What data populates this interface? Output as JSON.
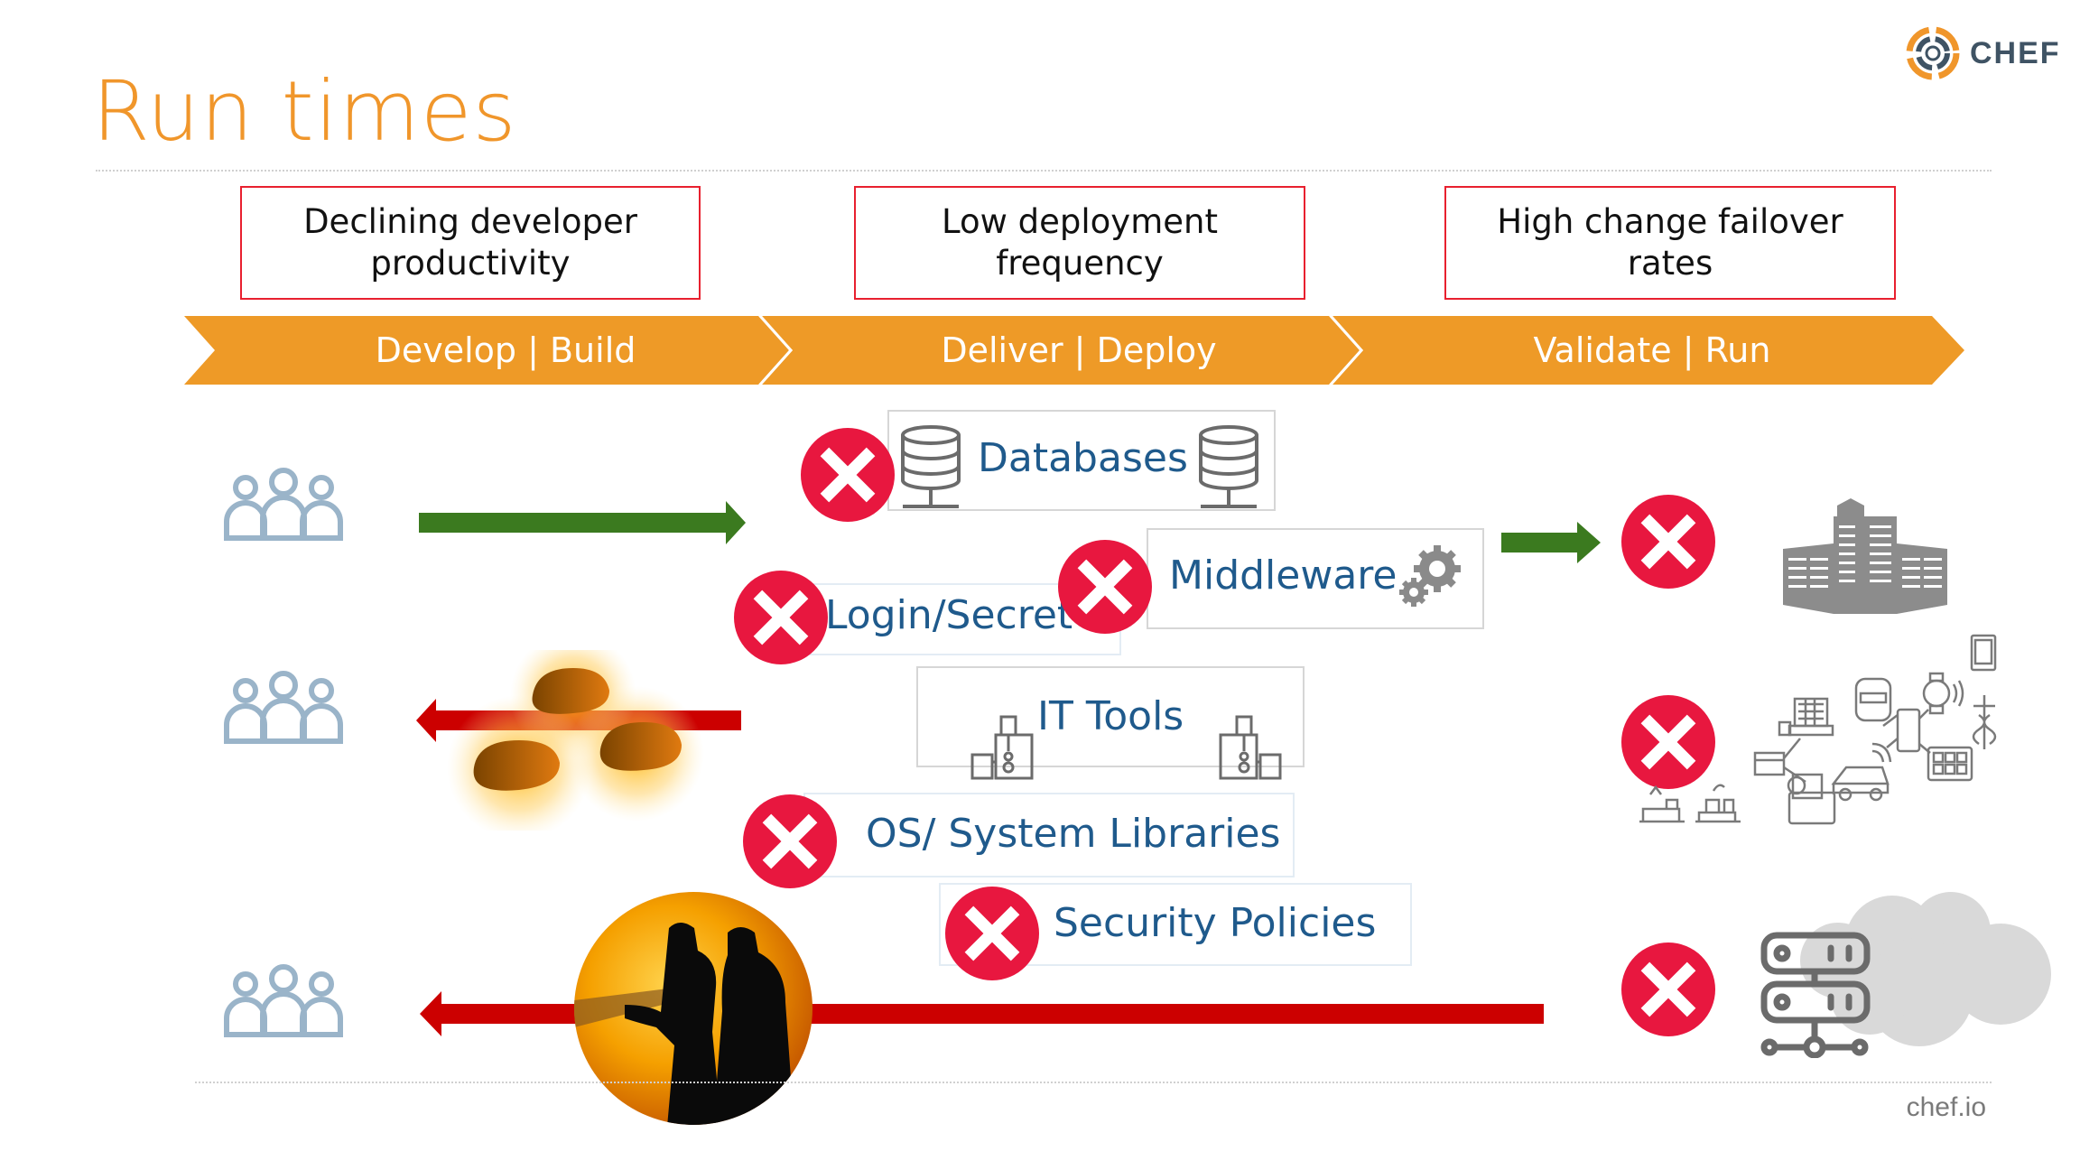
{
  "slide": {
    "title": "Run times",
    "brand": {
      "name": "CHEF",
      "accent_color": "#F0962B",
      "dark_color": "#3F5364"
    },
    "footer_url": "chef.io"
  },
  "problems": [
    {
      "line1": "Declining developer",
      "line2": "productivity"
    },
    {
      "line1": "Low deployment",
      "line2": "frequency"
    },
    {
      "line1": "High change failover",
      "line2": "rates"
    }
  ],
  "stages": [
    {
      "label": "Develop | Build"
    },
    {
      "label": "Deliver |  Deploy"
    },
    {
      "label": "Validate | Run"
    }
  ],
  "runtime_items": [
    {
      "label": "Databases",
      "icon": "database-icon",
      "status": "failed"
    },
    {
      "label": "Middleware",
      "icon": "gears-icon",
      "status": "failed"
    },
    {
      "label": "Login/Secret",
      "icon": "",
      "status": "failed"
    },
    {
      "label": "IT Tools",
      "icon": "juicer-icon",
      "status": "none"
    },
    {
      "label": "OS/ System Libraries",
      "icon": "",
      "status": "failed"
    },
    {
      "label": "Security Policies",
      "icon": "",
      "status": "failed"
    }
  ],
  "flows": [
    {
      "team": "team-icon",
      "direction": "forward",
      "color": "#3B7A1F",
      "target": "enterprise-building",
      "status": "failed"
    },
    {
      "team": "team-icon",
      "direction": "backward",
      "color": "#CC0000",
      "overlay": "hot-potatoes",
      "target": "iot-devices",
      "status": "failed"
    },
    {
      "team": "team-icon",
      "direction": "backward",
      "color": "#CC0000",
      "overlay": "firefighters",
      "target": "cloud-servers",
      "status": "failed"
    }
  ],
  "colors": {
    "fail_red": "#E8173F",
    "problem_border": "#E8202F",
    "stage_orange": "#EE9A27",
    "item_text": "#1F5A8C",
    "people_blue": "#9AB4C9",
    "icon_gray": "#6b6b6b"
  }
}
